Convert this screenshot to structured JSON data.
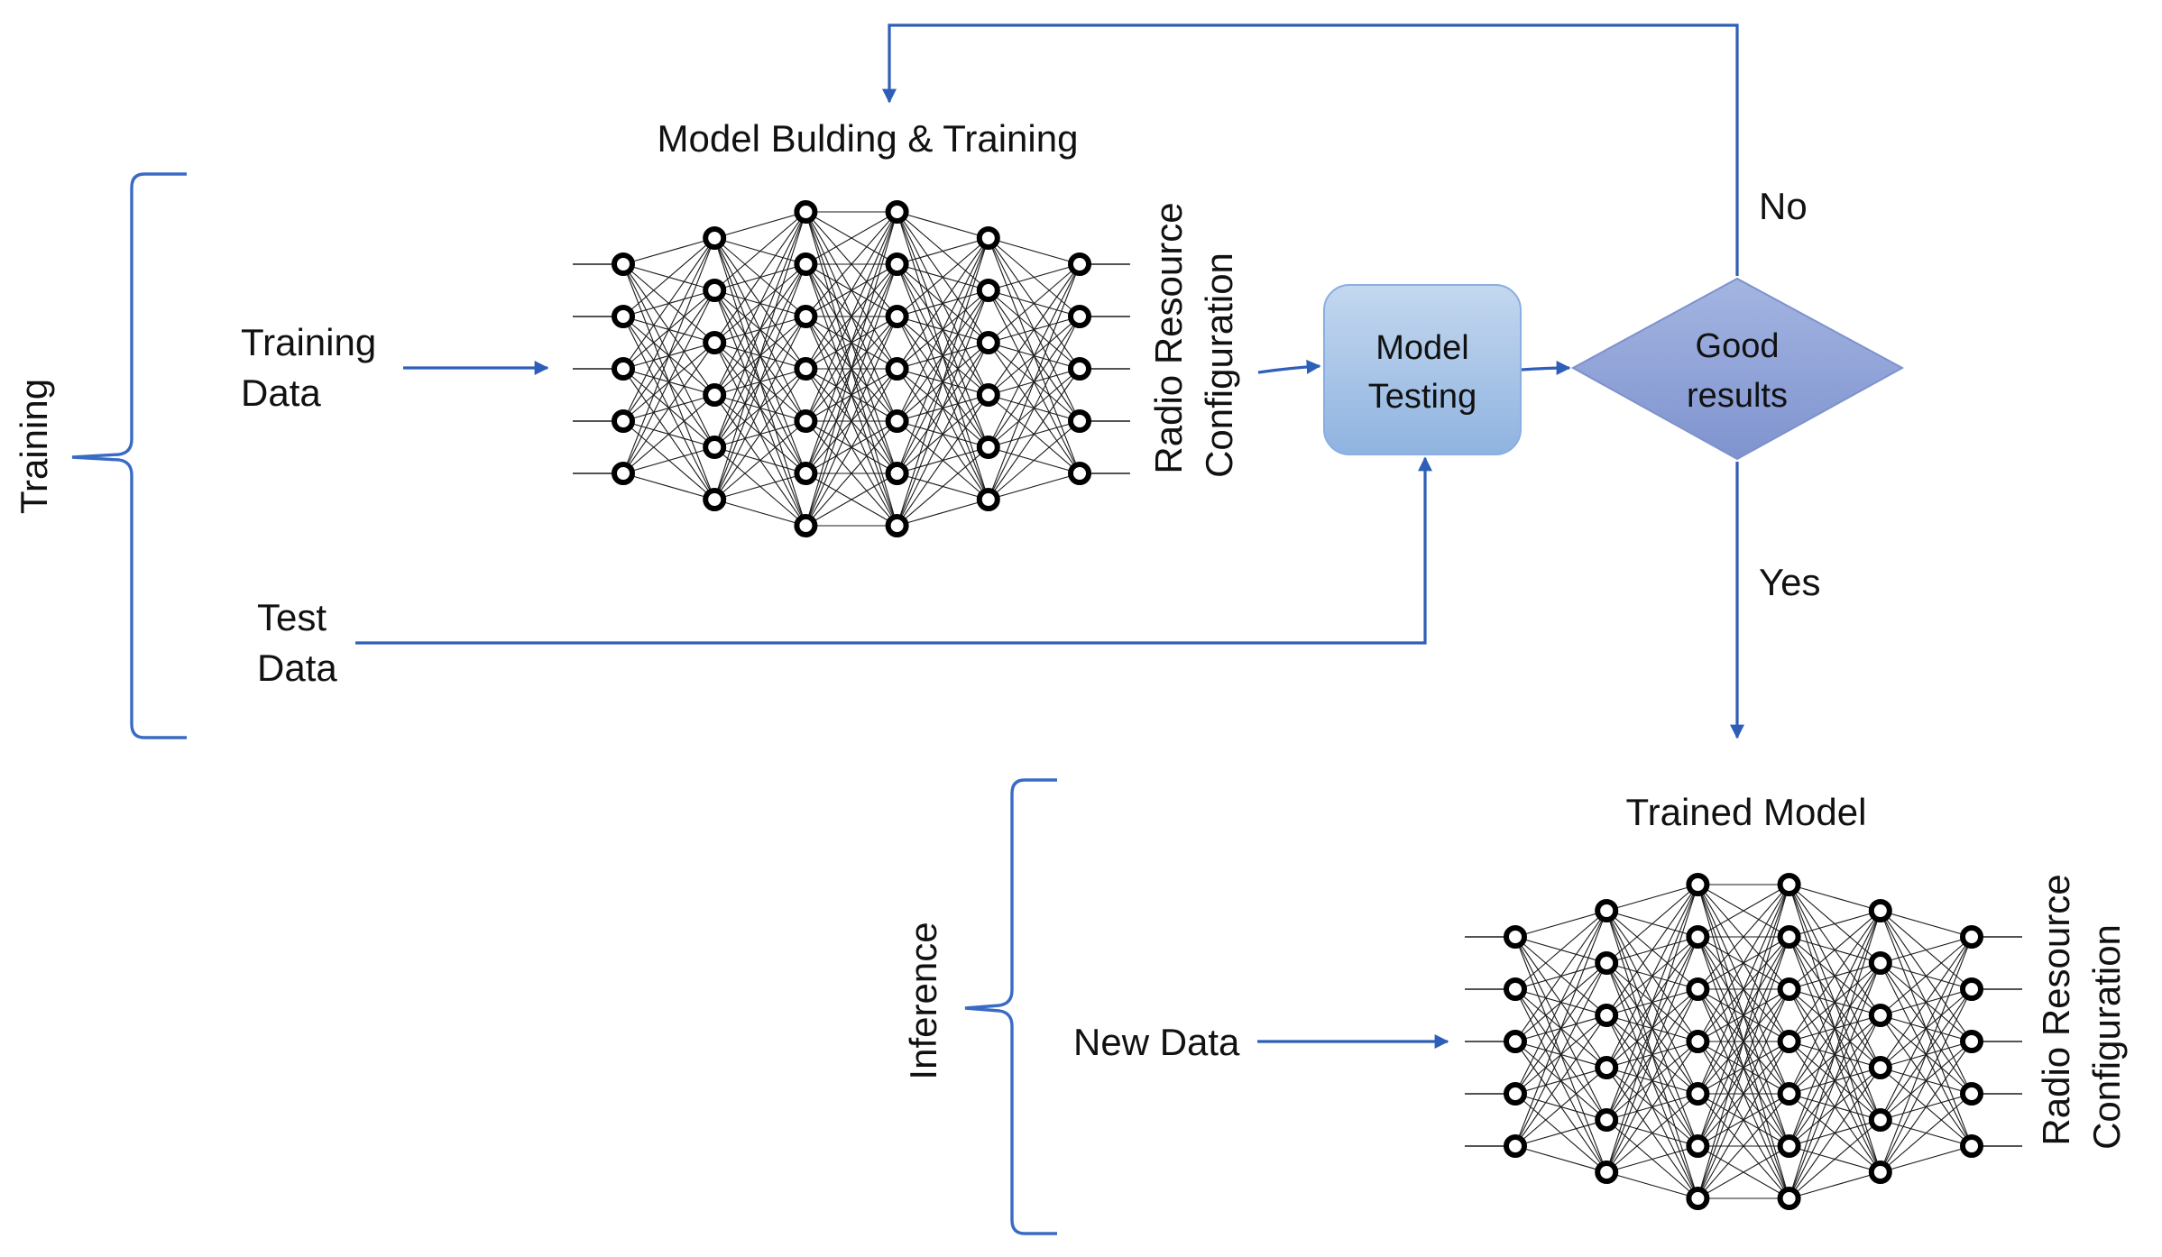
{
  "labels": {
    "model_building": "Model Bulding & Training",
    "training_data_line1": "Training",
    "training_data_line2": "Data",
    "test_data_line1": "Test",
    "test_data_line2": "Data",
    "training_group": "Training",
    "output_top_line1": "Radio Resource",
    "output_top_line2": "Configuration",
    "model_testing_line1": "Model",
    "model_testing_line2": "Testing",
    "good_results_line1": "Good",
    "good_results_line2": "results",
    "no": "No",
    "yes": "Yes",
    "trained_model": "Trained Model",
    "inference_group": "Inference",
    "new_data": "New Data",
    "output_bottom_line1": "Radio Resource",
    "output_bottom_line2": "Configuration"
  },
  "network": {
    "layer_sizes": [
      5,
      6,
      7,
      7,
      6,
      5
    ]
  },
  "colors": {
    "arrow": "#2e5fb8",
    "brace": "#3a6bc4",
    "testing_box_top": "#c4d8ef",
    "testing_box_bottom": "#8fb3e0",
    "decision_top": "#a4b5e1",
    "decision_bottom": "#7f93cf",
    "node_stroke": "#000000"
  }
}
